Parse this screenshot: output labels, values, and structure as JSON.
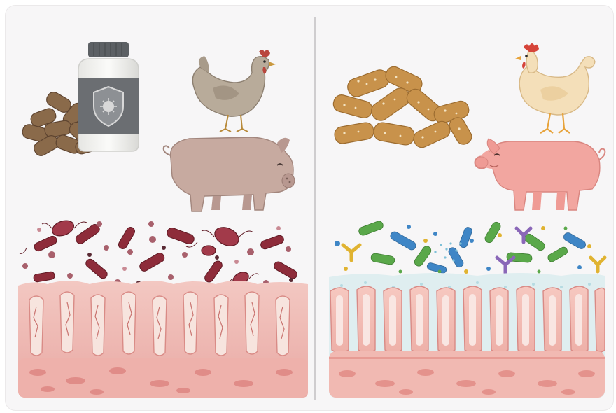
{
  "illustration": {
    "panels": [
      {
        "side": "left",
        "theme": "antibiotic-feed-damaged-gut"
      },
      {
        "side": "right",
        "theme": "alternative-feed-healthy-gut"
      }
    ],
    "colors": {
      "background": "#f7f6f7",
      "divider": "#cfcdcf",
      "pellet_dark": "#8a6a4a",
      "pellet_light": "#c8924b",
      "bottle_body": "#f4f4f2",
      "bottle_label": "#6b6e72",
      "hen_dull": "#b8ab9a",
      "hen_bright": "#f4dfb9",
      "pig_dull": "#c7aaa0",
      "pig_bright": "#f2a6a0",
      "gut_tissue": "#f2c1b8",
      "harmful_bacteria": "#8e2c3a",
      "beneficial_bacteria": [
        "#5aa84a",
        "#3f86c6",
        "#e0b331",
        "#8a67b8"
      ]
    },
    "icons": [
      "feed-pellets-dark",
      "antibiotic-bottle",
      "shield-virus-icon",
      "hen",
      "pig",
      "harmful-bacteria",
      "damaged-intestinal-villi",
      "feed-pellets-light",
      "healthy-hen",
      "healthy-pig",
      "beneficial-bacteria",
      "healthy-intestinal-villi"
    ]
  }
}
